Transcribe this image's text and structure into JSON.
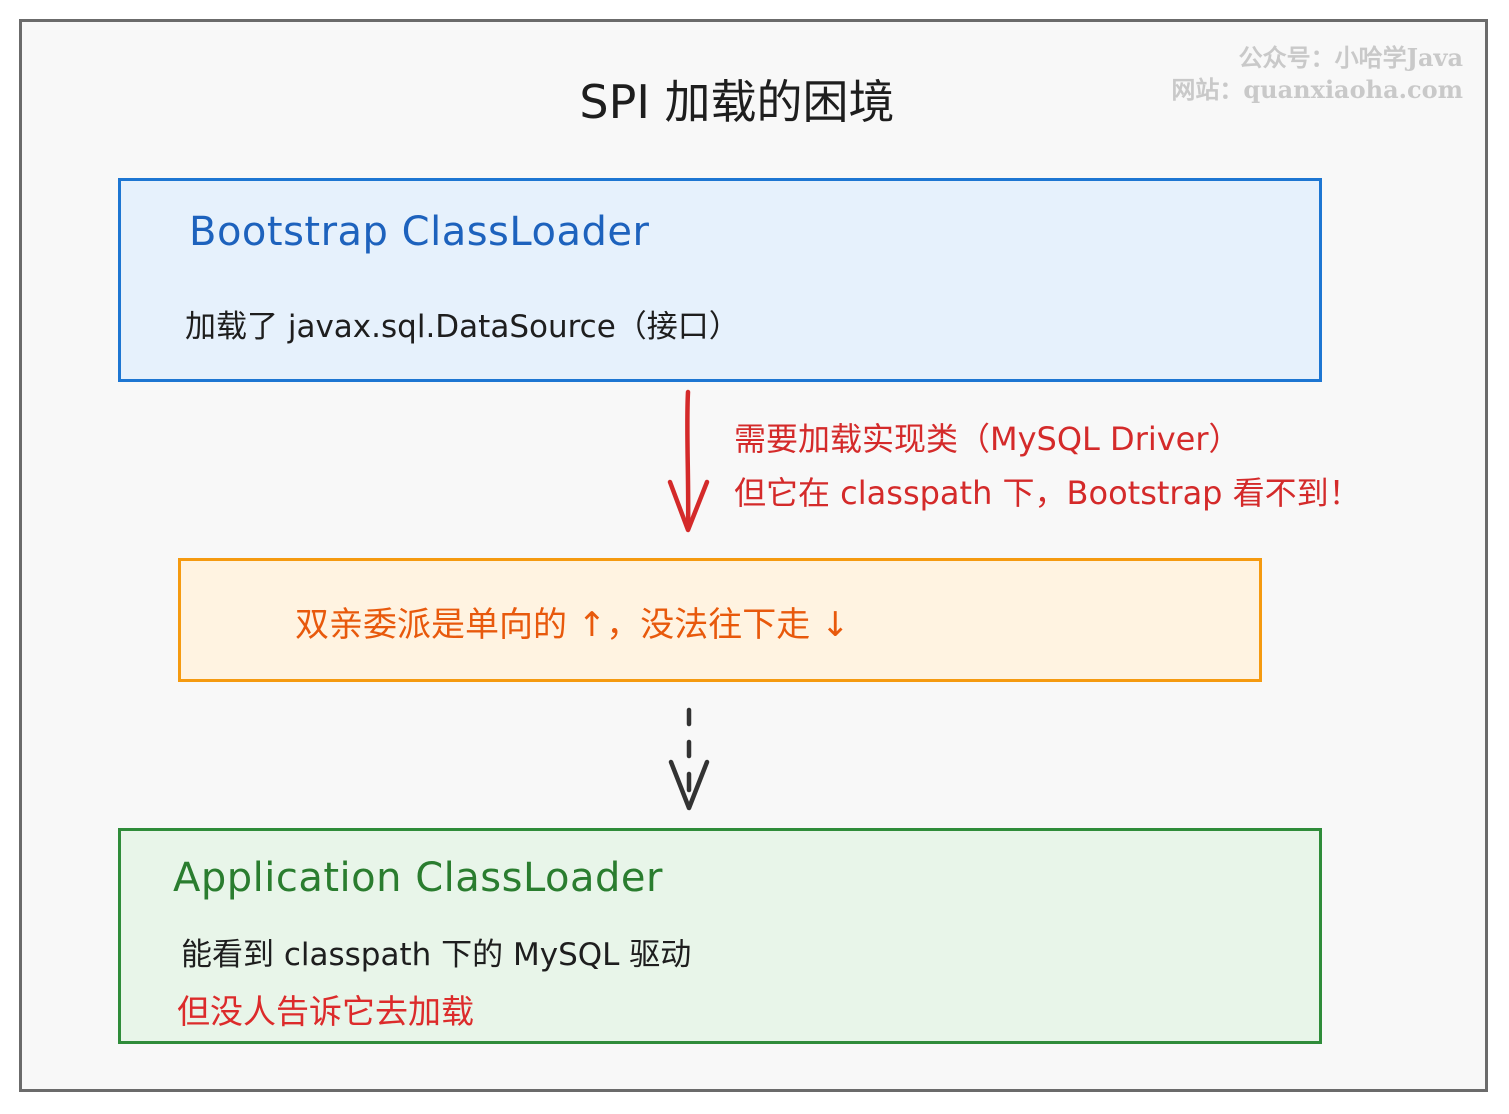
{
  "title": "SPI 加载的困境",
  "watermark": {
    "line1": "公众号：小哈学Java",
    "line2": "网站：quanxiaoha.com"
  },
  "bootstrap_box": {
    "heading": "Bootstrap ClassLoader",
    "text": "加载了 javax.sql.DataSource（接口）"
  },
  "arrow_note": {
    "line1": "需要加载实现类（MySQL Driver）",
    "line2": "但它在 classpath 下，Bootstrap 看不到！"
  },
  "delegation_box": {
    "text": "双亲委派是单向的 ↑，没法往下走 ↓"
  },
  "application_box": {
    "heading": "Application ClassLoader",
    "line1": "能看到 classpath 下的 MySQL 驱动",
    "line2": "但没人告诉它去加载"
  },
  "colors": {
    "bootstrap_border": "#1d76d2",
    "bootstrap_fill": "#e6f1fc",
    "delegation_border": "#f59a10",
    "delegation_fill": "#fff3e1",
    "application_border": "#2f8c3a",
    "application_fill": "#e8f5e9",
    "red_arrow": "#d42a2a",
    "dashed_arrow": "#333333"
  }
}
